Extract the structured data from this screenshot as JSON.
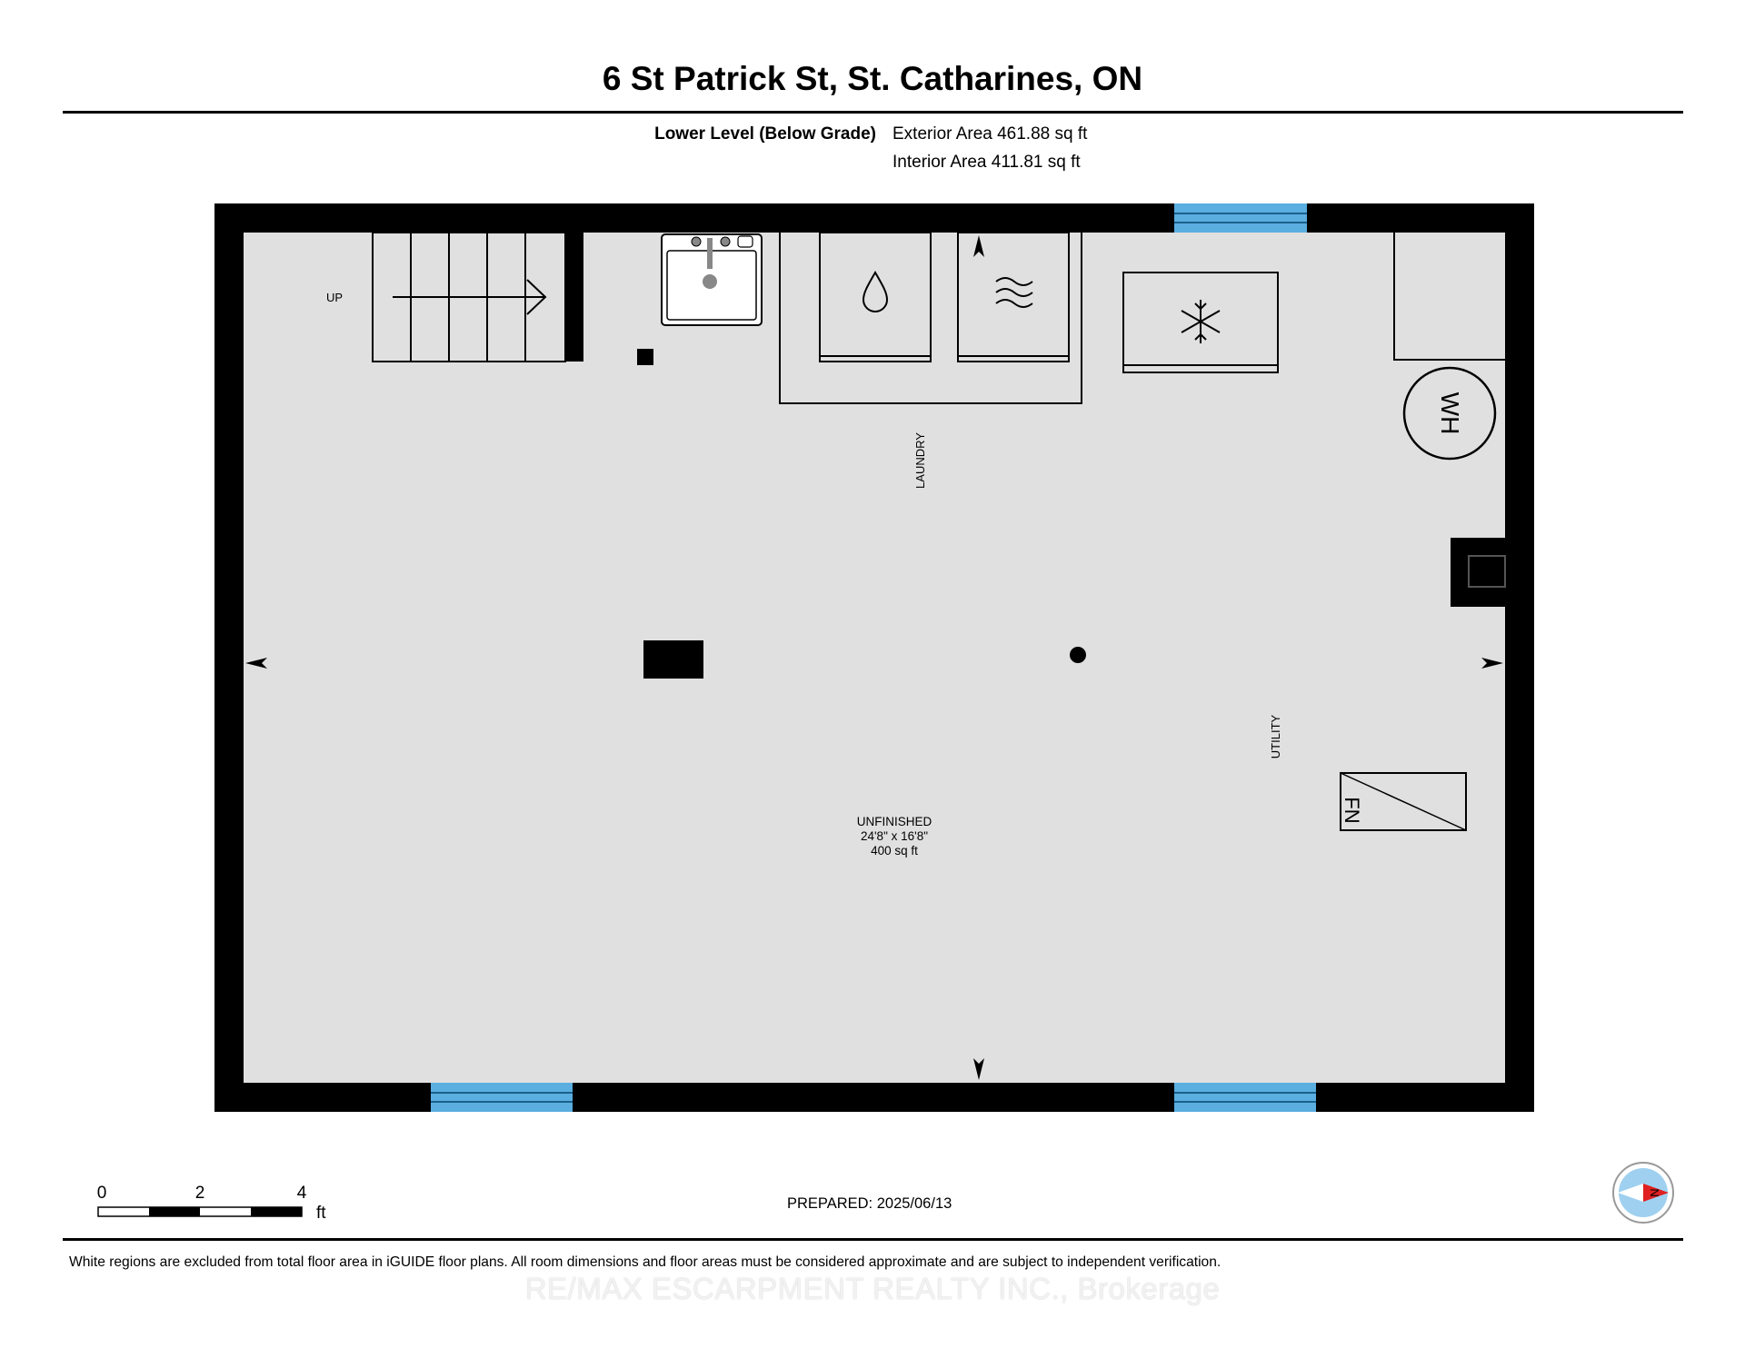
{
  "header": {
    "title": "6 St Patrick St, St. Catharines, ON",
    "level_name": "Lower Level (Below Grade)",
    "exterior_area": "Exterior Area 461.88 sq ft",
    "interior_area": "Interior Area 411.81 sq ft"
  },
  "plan": {
    "stair_label": "UP",
    "laundry_label": "LAUNDRY",
    "utility_label": "UTILITY",
    "room_name": "UNFINISHED",
    "room_dimensions": "24'8\" x 16'8\"",
    "room_area": "400 sq ft",
    "water_heater_label": "WH",
    "furnace_label": "FN",
    "window_color": "#5aaee0",
    "wall_color": "#000000",
    "floor_color": "#e0e0e0",
    "icons": [
      "sink-icon",
      "water-drop-icon",
      "heat-waves-icon",
      "snowflake-icon"
    ]
  },
  "scale_bar": {
    "ticks": [
      "0",
      "2",
      "4"
    ],
    "unit": "ft"
  },
  "compass": {
    "label": "N",
    "arrow_color": "#e02020",
    "disc_color": "#9fd0f0"
  },
  "footer": {
    "prepared": "PREPARED: 2025/06/13",
    "disclaimer": "White regions are excluded from total floor area in iGUIDE floor plans. All room dimensions and floor areas must be considered approximate and are subject to independent verification.",
    "watermark": "RE/MAX ESCARPMENT REALTY INC., Brokerage"
  }
}
